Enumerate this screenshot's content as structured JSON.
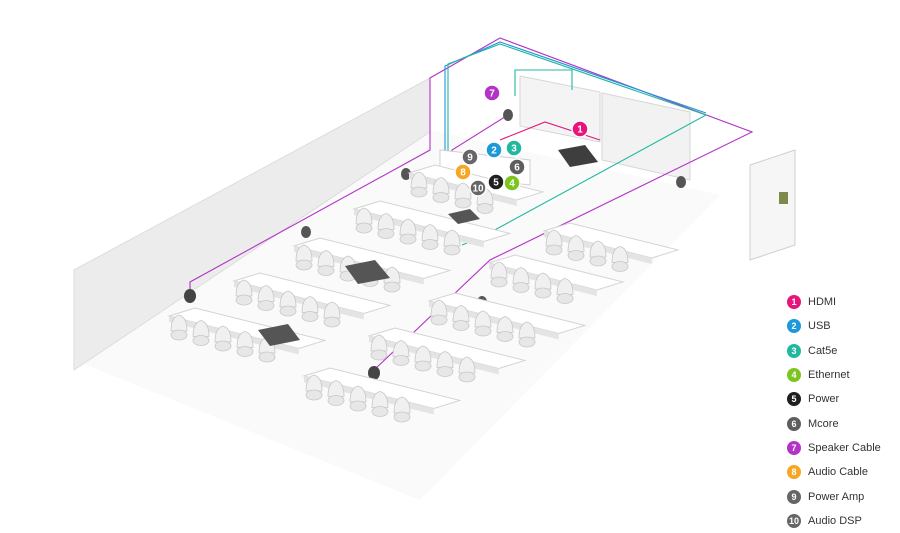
{
  "legend": {
    "items": [
      {
        "num": "1",
        "label": "HDMI",
        "color": "#e6147c"
      },
      {
        "num": "2",
        "label": "USB",
        "color": "#1d98d8"
      },
      {
        "num": "3",
        "label": "Cat5e",
        "color": "#21b8a0"
      },
      {
        "num": "4",
        "label": "Ethernet",
        "color": "#7cc41f"
      },
      {
        "num": "5",
        "label": "Power",
        "color": "#1f1f1f"
      },
      {
        "num": "6",
        "label": "Mcore",
        "color": "#5e5e5e"
      },
      {
        "num": "7",
        "label": "Speaker Cable",
        "color": "#b333c7"
      },
      {
        "num": "8",
        "label": "Audio Cable",
        "color": "#f5a623"
      },
      {
        "num": "9",
        "label": "Power Amp",
        "color": "#666666"
      },
      {
        "num": "10",
        "label": "Audio DSP",
        "color": "#666666"
      }
    ]
  },
  "callouts": [
    {
      "num": "7",
      "color": "#b333c7"
    },
    {
      "num": "1",
      "color": "#e6147c"
    },
    {
      "num": "9",
      "color": "#666666"
    },
    {
      "num": "2",
      "color": "#1d98d8"
    },
    {
      "num": "3",
      "color": "#21b8a0"
    },
    {
      "num": "6",
      "color": "#5e5e5e"
    },
    {
      "num": "8",
      "color": "#f5a623"
    },
    {
      "num": "5",
      "color": "#1f1f1f"
    },
    {
      "num": "4",
      "color": "#7cc41f"
    },
    {
      "num": "10",
      "color": "#666666"
    }
  ]
}
